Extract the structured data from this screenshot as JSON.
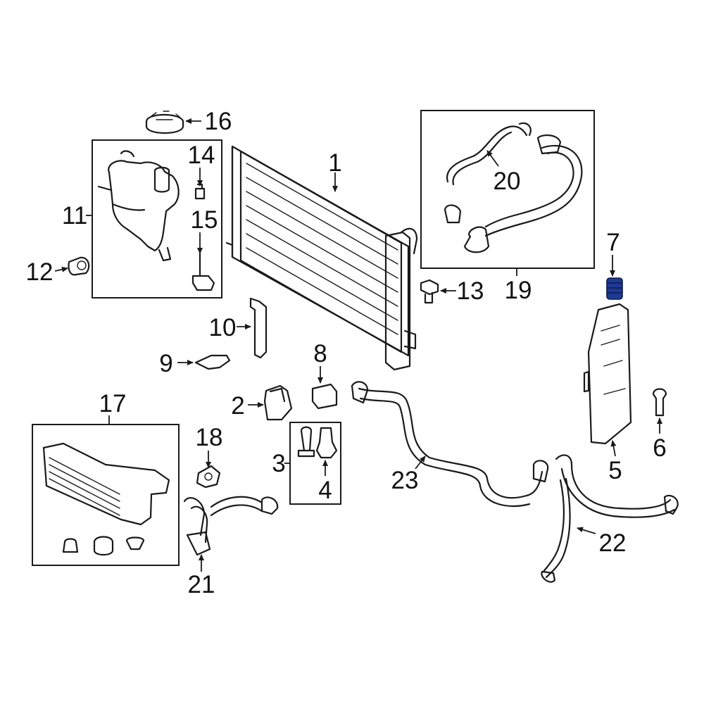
{
  "callouts": [
    "1",
    "2",
    "3",
    "4",
    "5",
    "6",
    "7",
    "8",
    "9",
    "10",
    "11",
    "12",
    "13",
    "14",
    "15",
    "16",
    "17",
    "18",
    "19",
    "20",
    "21",
    "22",
    "23"
  ],
  "colors": {
    "line": "#1a1a1a",
    "highlight": "#1f3a93",
    "background": "#ffffff"
  },
  "highlighted_part": "7"
}
